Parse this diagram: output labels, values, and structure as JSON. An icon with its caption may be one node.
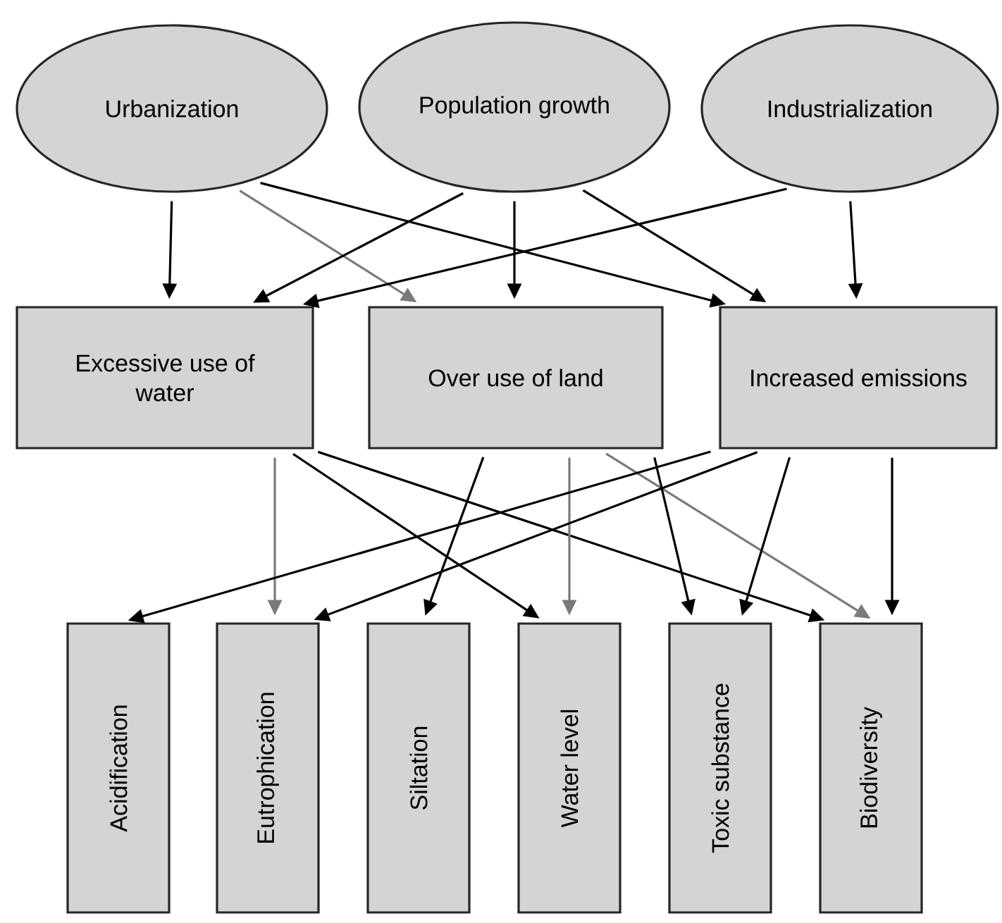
{
  "diagram": {
    "nodes": [
      {
        "text": [
          "Urbanization"
        ]
      },
      {
        "text": [
          "Population growth"
        ]
      },
      {
        "text": [
          "Industrialization"
        ]
      },
      {
        "text": [
          "Excessive use of water"
        ]
      },
      {
        "text": [
          "Over use of land"
        ]
      },
      {
        "text": [
          "Increased emissions"
        ]
      },
      {
        "text": [
          "Acidification"
        ]
      },
      {
        "text": [
          "Eutrophication"
        ]
      },
      {
        "text": [
          "Siltation"
        ]
      },
      {
        "text": [
          "Water level"
        ]
      },
      {
        "text": [
          "Toxic substance"
        ]
      },
      {
        "text": [
          "Biodiversity"
        ]
      }
    ],
    "edges": [
      {
        "from": 0,
        "to": 3,
        "arrow": "to"
      },
      {
        "from": 0,
        "to": 4,
        "arrow": "to",
        "color": "#7a7a7a"
      },
      {
        "from": 0,
        "to": 5,
        "arrow": "to"
      },
      {
        "from": 1,
        "to": 3,
        "arrow": "to"
      },
      {
        "from": 1,
        "to": 4,
        "arrow": "to"
      },
      {
        "from": 1,
        "to": 5,
        "arrow": "to"
      },
      {
        "from": 2,
        "to": 3,
        "arrow": "to"
      },
      {
        "from": 2,
        "to": 5,
        "arrow": "to"
      },
      {
        "from": 3,
        "to": 7,
        "arrow": "to",
        "color": "#7a7a7a"
      },
      {
        "from": 3,
        "to": 9,
        "arrow": "to"
      },
      {
        "from": 3,
        "to": 11,
        "arrow": "to"
      },
      {
        "from": 4,
        "to": 8,
        "arrow": "to"
      },
      {
        "from": 4,
        "to": 9,
        "arrow": "to",
        "color": "#7a7a7a"
      },
      {
        "from": 4,
        "to": 11,
        "arrow": "to",
        "color": "#7a7a7a"
      },
      {
        "from": 4,
        "to": 10,
        "arrow": "to"
      },
      {
        "from": 5,
        "to": 6,
        "arrow": "to"
      },
      {
        "from": 5,
        "to": 7,
        "arrow": "to"
      },
      {
        "from": 5,
        "to": 10,
        "arrow": "to"
      },
      {
        "from": 5,
        "to": 11,
        "arrow": "to"
      }
    ]
  }
}
